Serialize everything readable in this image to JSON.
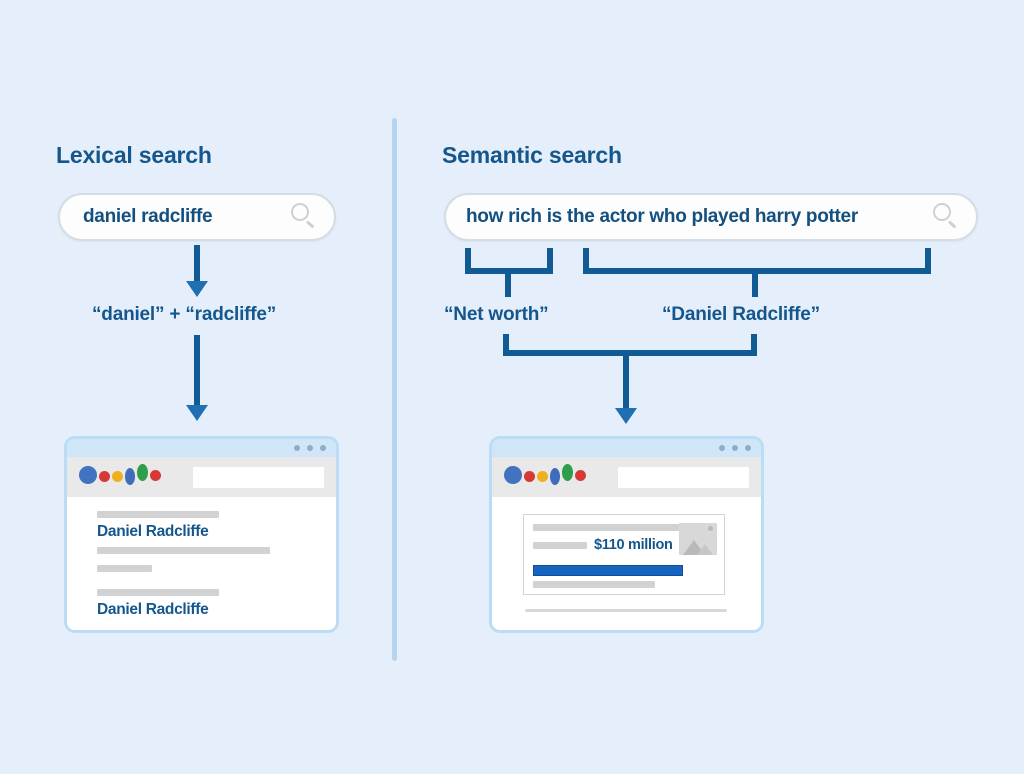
{
  "page": {
    "background_color": "#e4effb",
    "accent_color": "#115b95",
    "text_color": "#15578c"
  },
  "columns": {
    "lexical": {
      "title": "Lexical search",
      "search": {
        "value": "daniel radcliffe",
        "placeholder": "Search",
        "icon": "search-icon"
      },
      "tokens_label": "“daniel” + “radcliffe”",
      "browser": {
        "window_dots": 3,
        "url_value": "",
        "results": [
          {
            "title": "Daniel Radcliffe"
          },
          {
            "title": "Daniel Radcliffe"
          }
        ]
      }
    },
    "semantic": {
      "title": "Semantic search",
      "search": {
        "value": "how rich is the actor who played harry potter",
        "placeholder": "Search",
        "icon": "search-icon"
      },
      "concepts": [
        {
          "label": "“Net worth”"
        },
        {
          "label": "“Daniel Radcliffe”"
        }
      ],
      "browser": {
        "window_dots": 3,
        "url_value": "",
        "card": {
          "answer_value": "$110 million",
          "thumbnail_icon": "image-placeholder-icon"
        }
      }
    }
  }
}
